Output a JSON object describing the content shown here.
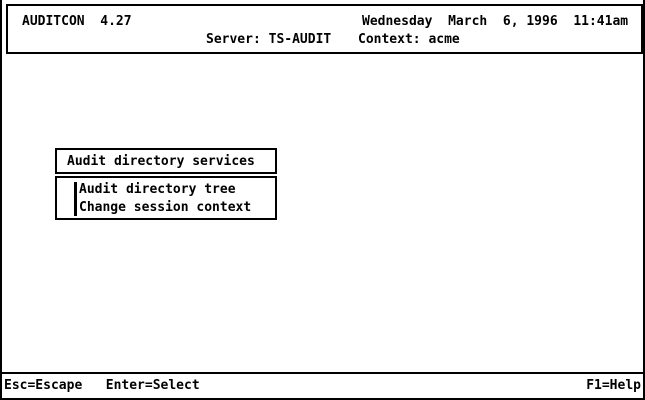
{
  "screen": {
    "background_color": "#ffffff",
    "foreground_color": "#000000"
  },
  "header": {
    "app_title": "AUDITCON  4.27",
    "datetime": "Wednesday  March  6, 1996  11:41am",
    "server": "Server: TS-AUDIT",
    "context": "Context: acme"
  },
  "menu": {
    "title": "Audit directory services",
    "selected_index": 0,
    "items": [
      {
        "label": "Audit directory tree"
      },
      {
        "label": "Change session context"
      }
    ]
  },
  "status_bar": {
    "left": "Esc=Escape   Enter=Select",
    "right": "F1=Help"
  }
}
